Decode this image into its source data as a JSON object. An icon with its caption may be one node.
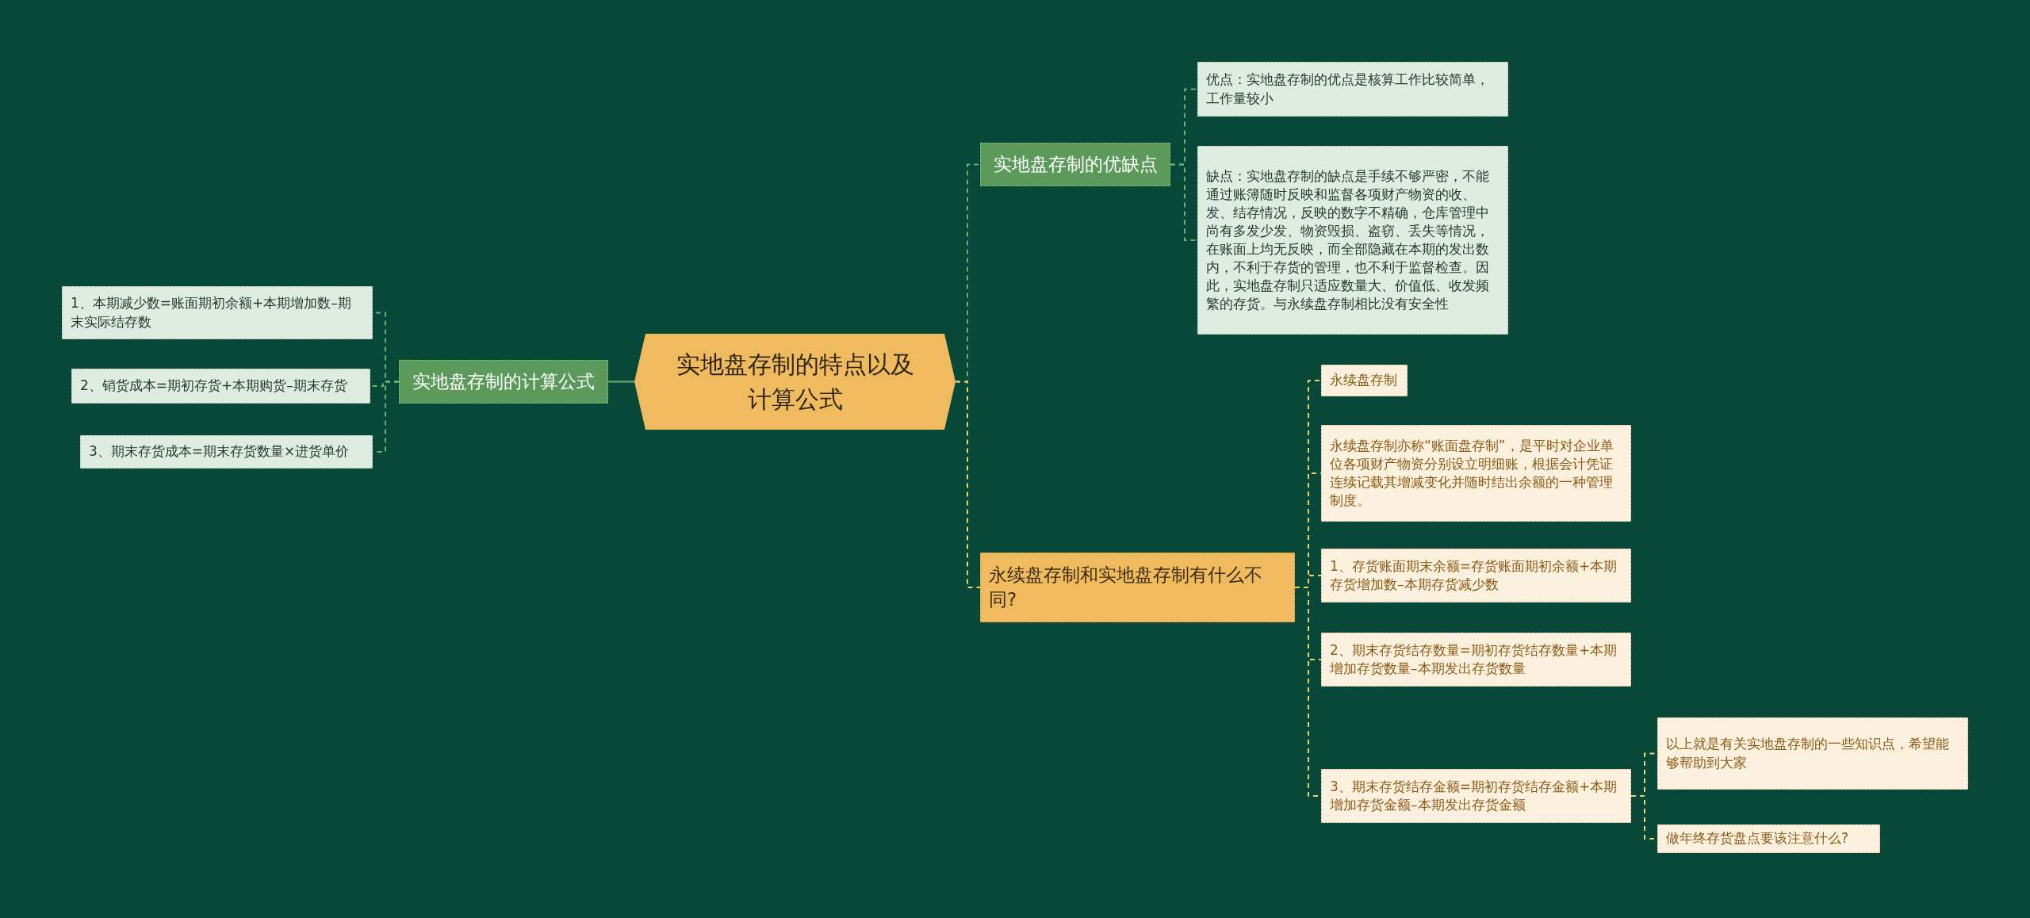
{
  "diagram": {
    "nodes": [
      {
        "text": [
          "实地盘存制的特点以及计算公式"
        ]
      },
      {
        "text": [
          "实地盘存制的计算公式"
        ]
      },
      {
        "text": [
          "1、本期减少数=账面期初余额+本期增加数–期末实际结存数"
        ]
      },
      {
        "text": [
          "2、销货成本=期初存货+本期购货–期末存货"
        ]
      },
      {
        "text": [
          "3、期末存货成本=期末存货数量×进货单价"
        ]
      },
      {
        "text": [
          "实地盘存制的优缺点"
        ]
      },
      {
        "text": [
          "优点：实地盘存制的优点是核算工作比较简单，工作量较小"
        ]
      },
      {
        "text": [
          "缺点：实地盘存制的缺点是手续不够严密，不能通过账簿随时反映和监督各项财产物资的收、发、结存情况，反映的数字不精确，仓库管理中尚有多发少发、物资毁损、盗窃、丢失等情况，在账面上均无反映，而全部隐藏在本期的发出数内，不利于存货的管理，也不利于监督检查。因此，实地盘存制只适应数量大、价值低、收发频繁的存货。与永续盘存制相比没有安全性"
        ]
      },
      {
        "text": [
          "永续盘存制和实地盘存制有什么不同?"
        ]
      },
      {
        "text": [
          "永续盘存制"
        ]
      },
      {
        "text": [
          "永续盘存制亦称“账面盘存制”，是平时对企业单位各项财产物资分别设立明细账，根据会计凭证连续记载其增减变化并随时结出余额的一种管理制度。"
        ]
      },
      {
        "text": [
          "1、存货账面期末余额=存货账面期初余额+本期存货增加数–本期存货减少数"
        ]
      },
      {
        "text": [
          "2、期末存货结存数量=期初存货结存数量+本期增加存货数量–本期发出存货数量"
        ]
      },
      {
        "text": [
          "3、期末存货结存金额=期初存货结存金额+本期增加存货金额–本期发出存货金额"
        ]
      },
      {
        "text": [
          "以上就是有关实地盘存制的一些知识点，希望能够帮助到大家"
        ]
      },
      {
        "text": [
          "做年终存货盘点要该注意什么?"
        ]
      }
    ],
    "edges": [
      {
        "from": 0,
        "to": 1,
        "arrow": "none",
        "color": "#6fae6f"
      },
      {
        "from": 1,
        "to": 2,
        "arrow": "none",
        "style": "dashed",
        "color": "#6fae6f"
      },
      {
        "from": 1,
        "to": 3,
        "arrow": "none",
        "style": "dashed",
        "color": "#6fae6f"
      },
      {
        "from": 1,
        "to": 4,
        "arrow": "none",
        "style": "dashed",
        "color": "#6fae6f"
      },
      {
        "from": 0,
        "to": 5,
        "arrow": "none",
        "style": "dashed",
        "color": "#6fae6f"
      },
      {
        "from": 5,
        "to": 6,
        "arrow": "none",
        "style": "dashed",
        "color": "#6fae6f"
      },
      {
        "from": 5,
        "to": 7,
        "arrow": "none",
        "style": "dashed",
        "color": "#6fae6f"
      },
      {
        "from": 0,
        "to": 8,
        "arrow": "none",
        "style": "dashed"
      },
      {
        "from": 8,
        "to": 9,
        "arrow": "none",
        "style": "dashed"
      },
      {
        "from": 8,
        "to": 10,
        "arrow": "none",
        "style": "dashed"
      },
      {
        "from": 8,
        "to": 11,
        "arrow": "none",
        "style": "dashed"
      },
      {
        "from": 8,
        "to": 12,
        "arrow": "none",
        "style": "dashed"
      },
      {
        "from": 8,
        "to": 13,
        "arrow": "none",
        "style": "dashed"
      },
      {
        "from": 13,
        "to": 14,
        "arrow": "none",
        "style": "dashed"
      },
      {
        "from": 13,
        "to": 15,
        "arrow": "none",
        "style": "dashed"
      }
    ]
  }
}
